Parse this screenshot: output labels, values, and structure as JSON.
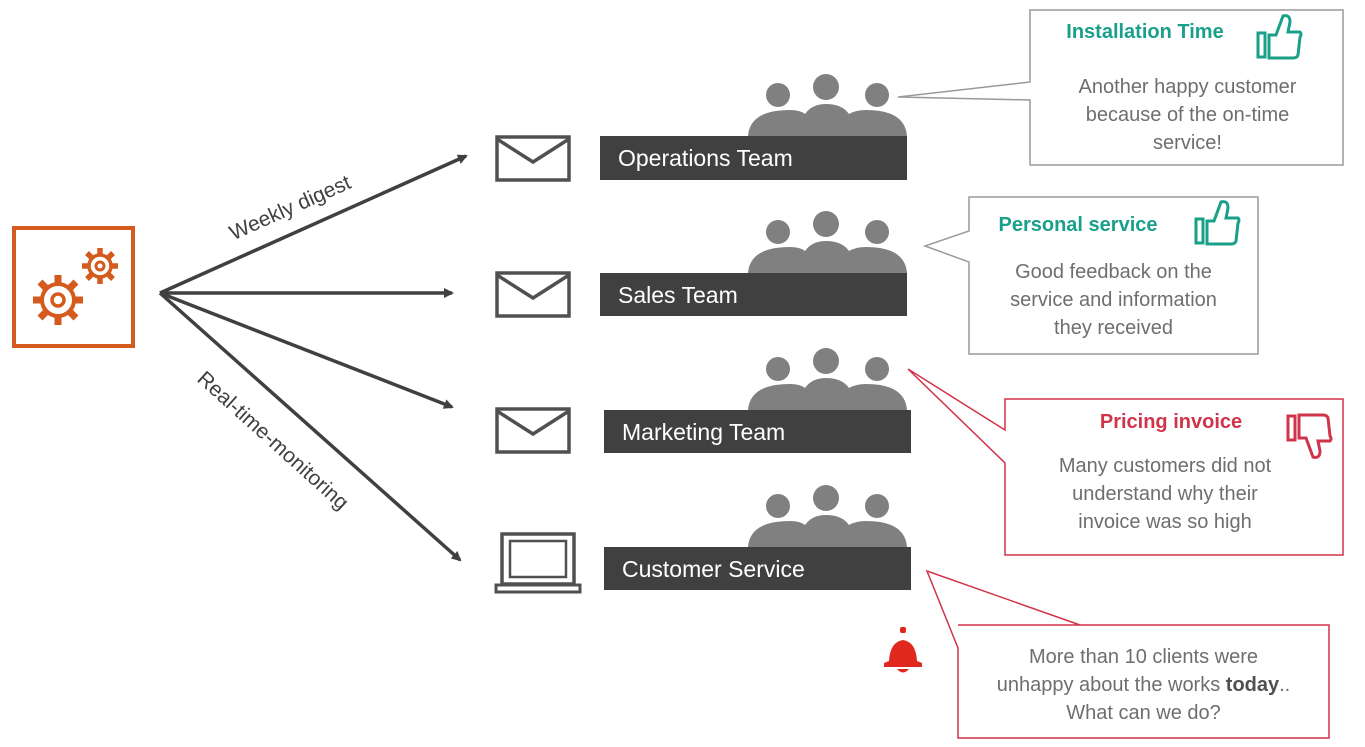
{
  "colors": {
    "accent_orange": "#d45a1e",
    "positive_green": "#1aa08a",
    "negative_red": "#d0344a",
    "alert_red": "#e0281e",
    "bar_dark": "#404040",
    "people_gray": "#808080",
    "arrow_gray": "#404040"
  },
  "source": {
    "icon": "gears-icon"
  },
  "edges": {
    "weekly": "Weekly digest",
    "realtime": "Real-time-monitoring"
  },
  "teams": [
    {
      "name": "Operations Team",
      "channel_icon": "envelope-icon"
    },
    {
      "name": "Sales Team",
      "channel_icon": "envelope-icon"
    },
    {
      "name": "Marketing Team",
      "channel_icon": "envelope-icon"
    },
    {
      "name": "Customer Service",
      "channel_icon": "laptop-icon"
    }
  ],
  "callouts": [
    {
      "title": "Installation Time",
      "sentiment": "positive",
      "icon": "thumbs-up-icon",
      "lines": [
        "Another happy customer",
        "because of the on-time",
        "service!"
      ]
    },
    {
      "title": "Personal service",
      "sentiment": "positive",
      "icon": "thumbs-up-icon",
      "lines": [
        "Good feedback on the",
        "service and information",
        "they received"
      ]
    },
    {
      "title": "Pricing invoice",
      "sentiment": "negative",
      "icon": "thumbs-down-icon",
      "lines": [
        "Many customers did not",
        "understand why their",
        "invoice was so high"
      ]
    },
    {
      "alert_icon": "bell-icon",
      "line1": "More than 10 clients were",
      "line2_prefix": "unhappy about the works ",
      "line2_bold": "today",
      "line2_suffix": "..",
      "line3": "What can we do?"
    }
  ]
}
